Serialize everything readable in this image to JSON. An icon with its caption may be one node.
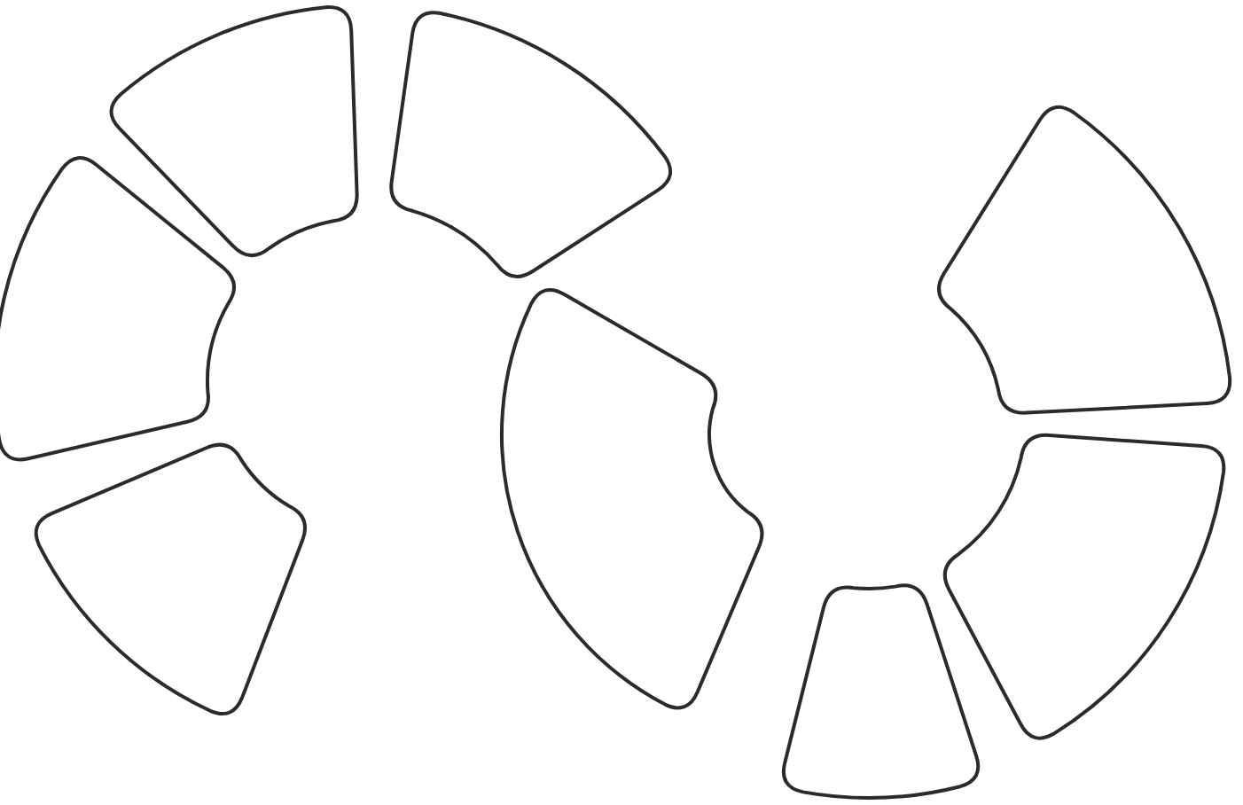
{
  "diagram": {
    "nodes": [
      {
        "text": [],
        "shape": "arc"
      },
      {
        "text": [],
        "shape": "arc"
      },
      {
        "text": [],
        "shape": "arc"
      },
      {
        "text": [],
        "shape": "arc"
      },
      {
        "text": [],
        "shape": "arc"
      },
      {
        "text": [],
        "shape": "arc"
      },
      {
        "text": [],
        "shape": "arc"
      },
      {
        "text": [],
        "shape": "arc"
      }
    ],
    "edges": []
  }
}
